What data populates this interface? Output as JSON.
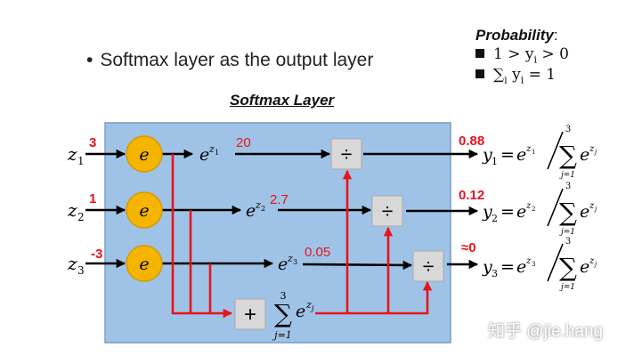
{
  "bullet": "Softmax layer as the output layer",
  "probability": {
    "title": "Probability",
    "title_suffix": ":",
    "condition1": "1 > y",
    "condition1_sub": "i",
    "condition1_rest": " > 0",
    "condition2_sigma": "∑",
    "condition2_sub": "i",
    "condition2_mid": " y",
    "condition2_sub2": "i",
    "condition2_rest": " = 1"
  },
  "layer_title": "Softmax Layer",
  "node_label": "e",
  "divide_symbol": "÷",
  "plus_symbol": "+",
  "inputs": [
    {
      "var": "z",
      "sub": "1",
      "value": "3"
    },
    {
      "var": "z",
      "sub": "2",
      "value": "1"
    },
    {
      "var": "z",
      "sub": "3",
      "value": "-3"
    }
  ],
  "exps": [
    {
      "base": "e",
      "sup": "z",
      "supsub": "1",
      "value": "20"
    },
    {
      "base": "e",
      "sup": "z",
      "supsub": "2",
      "value": "2.7"
    },
    {
      "base": "e",
      "sup": "z",
      "supsub": "3",
      "value": "0.05"
    }
  ],
  "outputs": [
    {
      "value": "0.88",
      "var": "y",
      "sub": "1",
      "num_sup": "z",
      "num_supsub": "1"
    },
    {
      "value": "0.12",
      "var": "y",
      "sub": "2",
      "num_sup": "z",
      "num_supsub": "2"
    },
    {
      "value": "≈0",
      "var": "y",
      "sub": "3",
      "num_sup": "z",
      "num_supsub": "3"
    }
  ],
  "sum": {
    "upper": "3",
    "lower": "j=1",
    "symbol": "∑",
    "base": "e",
    "sup": "z",
    "supsub": "j"
  },
  "watermark": "知乎 @jie.hang",
  "colors": {
    "panel": "#9fc3e6",
    "panel_border": "#7a9cc0",
    "node": "#f5b400",
    "node_border": "#d49a00",
    "red": "#e8141b",
    "box": "#d8d8d8"
  }
}
